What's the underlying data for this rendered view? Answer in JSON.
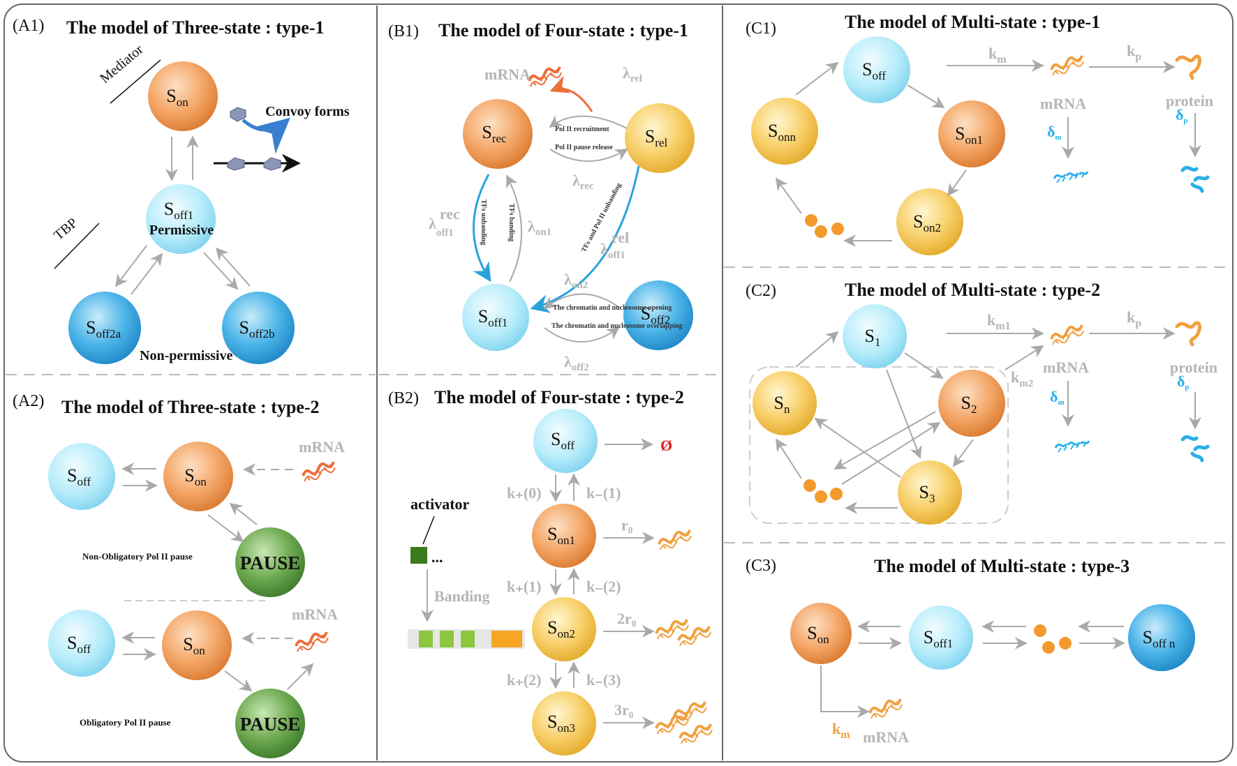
{
  "panels": {
    "A1": {
      "label": "(A1)",
      "title": "The model of Three-state : type-1",
      "mediator": "Mediator",
      "tbp": "TBP",
      "convoy": "Convoy forms",
      "permissive": "Permissive",
      "nonpermissive": "Non-permissive",
      "s_on": "S",
      "s_on_sub": "on",
      "s_off1": "S",
      "s_off1_sub": "off1",
      "s_off2a": "S",
      "s_off2a_sub": "off2a",
      "s_off2b": "S",
      "s_off2b_sub": "off2b"
    },
    "A2": {
      "label": "(A2)",
      "title": "The model of Three-state : type-2",
      "mrna": "mRNA",
      "pause": "PAUSE",
      "nonobligatory": "Non-Obligatory  Pol II pause",
      "obligatory": "Obligatory  Pol II pause",
      "s_off": "S",
      "s_off_sub": "off",
      "s_on": "S",
      "s_on_sub": "on"
    },
    "B1": {
      "label": "(B1)",
      "title": "The model of Four-state : type-1",
      "mrna": "mRNA",
      "lambda_rel": "λ",
      "lambda_rel_sub": "rel",
      "lambda_rec": "λ",
      "lambda_rec_sub": "rec",
      "lambda_off1_rec": "λ",
      "lambda_off1_rec_sup": "rec",
      "lambda_off1_rec_sub": "off1",
      "lambda_on1": "λ",
      "lambda_on1_sub": "on1",
      "lambda_off1_rel": "λ",
      "lambda_off1_rel_sup": "rel",
      "lambda_off1_rel_sub": "off1",
      "lambda_on2": "λ",
      "lambda_on2_sub": "on2",
      "lambda_off2": "λ",
      "lambda_off2_sub": "off2",
      "polii_recruit": "Pol II recruitment",
      "polii_release": "Pol II pause release",
      "tfs_unbanding": "TFs unbanding",
      "tfs_banding": "TFs banding",
      "tfs_polii_unbanding": "TFs and Pol II unbanding",
      "chromatin_open": "The chromatin and nucleosome opening",
      "chromatin_close": "The chromatin and nucleosome overlapping",
      "s_rec": "S",
      "s_rec_sub": "rec",
      "s_rel": "S",
      "s_rel_sub": "rel",
      "s_off1": "S",
      "s_off1_sub": "off1",
      "s_off2": "S",
      "s_off2_sub": "off2"
    },
    "B2": {
      "label": "(B2)",
      "title": "The model of Four-state : type-2",
      "activator": "activator",
      "dots": "...",
      "banding": "Banding",
      "empty": "Ø",
      "kplus0": "k₊(0)",
      "kminus1": "k₋(1)",
      "kplus1": "k₊(1)",
      "kminus2": "k₋(2)",
      "kplus2": "k₊(2)",
      "kminus3": "k₋(3)",
      "r0": "r₀",
      "r0x2": "2r₀",
      "r0x3": "3r₀",
      "s_off": "S",
      "s_off_sub": "off",
      "s_on1": "S",
      "s_on1_sub": "on1",
      "s_on2": "S",
      "s_on2_sub": "on2",
      "s_on3": "S",
      "s_on3_sub": "on3"
    },
    "C1": {
      "label": "(C1)",
      "title": "The model of Multi-state : type-1",
      "km": "k",
      "km_sub": "m",
      "kp": "k",
      "kp_sub": "p",
      "mrna": "mRNA",
      "protein": "protein",
      "dm": "δ",
      "dm_sub": "m",
      "dp": "δ",
      "dp_sub": "p",
      "s_off": "S",
      "s_off_sub": "off",
      "s_on1": "S",
      "s_on1_sub": "on1",
      "s_on2": "S",
      "s_on2_sub": "on2",
      "s_onn": "S",
      "s_onn_sub": "onn"
    },
    "C2": {
      "label": "(C2)",
      "title": "The model of Multi-state : type-2",
      "km1": "k",
      "km1_sub": "m1",
      "km2": "k",
      "km2_sub": "m2",
      "kp": "k",
      "kp_sub": "p",
      "mrna": "mRNA",
      "protein": "protein",
      "dm": "δ",
      "dm_sub": "m",
      "dp": "δ",
      "dp_sub": "p",
      "s1": "S",
      "s1_sub": "1",
      "s2": "S",
      "s2_sub": "2",
      "s3": "S",
      "s3_sub": "3",
      "sn": "S",
      "sn_sub": "n"
    },
    "C3": {
      "label": "(C3)",
      "title": "The model of Multi-state : type-3",
      "km": "k",
      "km_sub": "m",
      "mrna": "mRNA",
      "s_on": "S",
      "s_on_sub": "on",
      "s_off1": "S",
      "s_off1_sub": "off1",
      "s_offn": "S",
      "s_offn_sub": "off n"
    }
  },
  "colors": {
    "orange": "#f29a4a",
    "yellow": "#f5c84a",
    "lightblue": "#a9e6f6",
    "blue": "#3aa9e2",
    "green": "#4f9a3a",
    "arrow": "#a9a9a9",
    "mrna_red": "#ec6e3a",
    "mrna_orange": "#f0a040",
    "decay_blue": "#2ab0e8",
    "teal_arrow": "#2aa3dc"
  }
}
